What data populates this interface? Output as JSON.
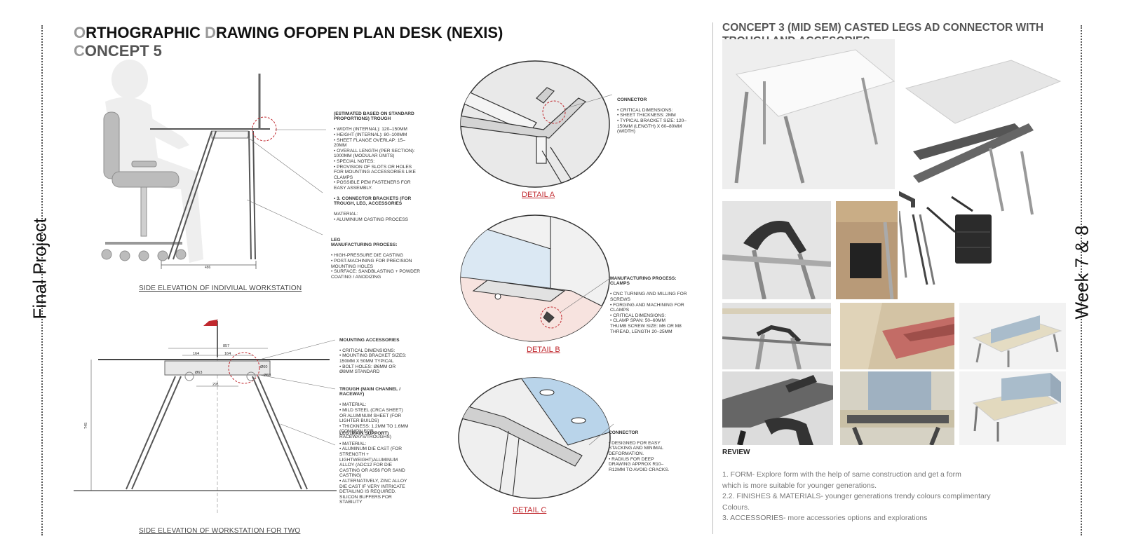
{
  "side": {
    "left_label": "Final Project",
    "right_label": "Week 7 & 8"
  },
  "title": {
    "line1_lead": "O",
    "line1_a": "RTHOGRAPHIC ",
    "line1_b_lead": "D",
    "line1_b": "RAWING OFOPEN PLAN DESK (NEXIS)",
    "line2_lead": "C",
    "line2": "ONCEPT 5"
  },
  "captions": {
    "side_individual": "SIDE ELEVATION OF INDIVIUAL WORKSTATION",
    "side_two": "SIDE ELEVATION OF WORKSTATION FOR TWO",
    "detail_a": "DETAIL A",
    "detail_b": "DETAIL B",
    "detail_c": "DETAIL C"
  },
  "dims": {
    "d1": "486",
    "d2": "857",
    "d3": "164",
    "d4": "164",
    "d5": "Ø63",
    "d6": "Ø60",
    "d7": "Ø63",
    "d8": "291",
    "d9": "745"
  },
  "notes": {
    "trough_head": "(ESTIMATED BASED ON STANDARD PROPORTIONS) TROUGH",
    "trough_body": "•    WIDTH (INTERNAL): 120–150MM\n•    HEIGHT (INTERNAL): 80–100MM\n•    SHEET FLANGE OVERLAP: 15–20MM\n•    OVERALL LENGTH (PER SECTION): 1000MM (MODULAR UNITS)\n•    SPECIAL NOTES:\n•    PROVISION OF SLOTS OR HOLES FOR MOUNTING ACCESSORIES LIKE CLAMPS\n•    POSSIBLE PEM FASTENERS FOR EASY ASSEMBLY.",
    "connector_head": "•    3. CONNECTOR BRACKETS (FOR TROUGH, LEG, ACCESSORIES",
    "connector_body": "MATERIAL:\n•    ALUMINIUM CASTING PROCESS",
    "leg_head": "LEG\nMANUFACTURING PROCESS:",
    "leg_body": "•    HIGH-PRESSURE DIE CASTING\n•    POST-MACHINING FOR PRECISION MOUNTING HOLES\n•    SURFACE: SANDBLASTING + POWDER COATING / ANODIZING",
    "mount_head": "MOUNTING ACCESSORIES",
    "mount_body": "•    CRITICAL DIMENSIONS:\n•    MOUNTING BRACKET SIZES: 150MM X 50MM TYPICAL\n•    BOLT HOLES: Ø6MM OR Ø8MM STANDARD",
    "trough2_head": "TROUGH (MAIN CHANNEL / RACEWAY)",
    "trough2_body": "•    MATERIAL:\n•    MILD STEEL (CRCA SHEET) OR ALUMINUM SHEET (FOR LIGHTER BUILDS)\n•    THICKNESS: 1.2MM TO 1.6MM (COMMON FOR RACEWAYS/TROUGHS)",
    "leg2_head": "LEG (MAIN SUPPORT)",
    "leg2_body": "•    MATERIAL:\n•    ALUMINUM DIE CAST (FOR STRENGTH + LIGHTWEIGHT)ALUMINUM ALLOY (ADC12 FOR DIE CASTING OR A356 FOR SAND CASTING)\n•    ALTERNATIVELY, ZINC ALLOY DIE CAST IF VERY INTRICATE DETAILING IS REQUIRED.\nSILICON BUFFERS FOR STABILITY",
    "da_head": "CONNECTOR",
    "da_body": "•    CRITICAL DIMENSIONS:\n•    SHEET THICKNESS: 2MM\n•    TYPICAL BRACKET SIZE: 120–150MM (LENGTH) X 60–80MM (WIDTH)",
    "db_head": "MANUFACTURING PROCESS:\nCLAMPS",
    "db_body": "•    CNC TURNING AND MILLING FOR SCREWS\n•    FORGING AND MACHINING FOR CLAMPS\n•    CRITICAL DIMENSIONS:\n•    CLAMP SPAN: 50–60MM\nTHUMB SCREW SIZE: M6 OR M8 THREAD, LENGTH 20–25MM",
    "dc_head": "CONNECTOR",
    "dc_body": "•    DESIGNED FOR EASY STACKING AND MINIMAL DEFORMATION.\n•    RADIUS FOR DEEP DRAWING APPROX R10–R12MM TO AVOID CRACKS."
  },
  "right": {
    "title_l1": "CONCEPT 3 (MID SEM) CASTED LEGS AD CONNECTOR WITH",
    "title_l2": "TROUGH AND ACCESORIES",
    "review_heading": "REVIEW",
    "review_lines": [
      "1. FORM- Explore form with the help of same construction and get a form",
      "which is more suitable for younger generations.",
      "2.2. FINISHES & MATERIALS- younger generations trendy colours complimentary",
      "Colours.",
      "3. ACCESSORIES- more accessories options and explorations"
    ]
  },
  "colors": {
    "accent_red": "#c0282e",
    "screen_blue": "#a9bccb",
    "wood": "#d9cfb6",
    "metal": "#8c8c8c"
  }
}
